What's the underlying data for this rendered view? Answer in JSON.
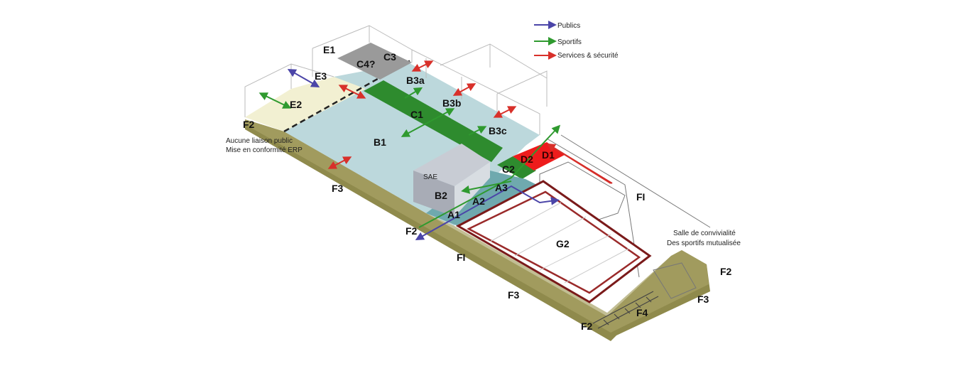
{
  "colors": {
    "publics": "#4b45a8",
    "sportifs": "#2f9a2f",
    "services": "#d8302a",
    "ground": "#8f8a4c",
    "floor": "#bcd8dc",
    "corridor": "#2e8b2e",
    "service_zone": "#ee1c1c",
    "court_frame": "#7a1a1a"
  },
  "legend": [
    {
      "label": "Publics",
      "color": "#4b45a8"
    },
    {
      "label": "Sportifs",
      "color": "#2f9a2f"
    },
    {
      "label": "Services & sécurité",
      "color": "#d8302a"
    }
  ],
  "zones": {
    "E1": "E1",
    "E2": "E2",
    "E3": "E3",
    "C4": "C4?",
    "C3": "C3",
    "C1": "C1",
    "C2": "C2",
    "B1": "B1",
    "B2": "B2",
    "B3a": "B3a",
    "B3b": "B3b",
    "B3c": "B3c",
    "SAE": "SAE",
    "D1": "D1",
    "D2": "D2",
    "A1": "A1",
    "A2": "A2",
    "A3": "A3",
    "G2": "G2",
    "F2_left": "F2",
    "F2_access": "F2",
    "F2_bottom": "F2",
    "F2_right": "F2",
    "F3_left": "F3",
    "F3_mid": "F3",
    "F3_right": "F3",
    "F4": "F4",
    "FI_mid": "FI",
    "FI_right": "FI"
  },
  "notes": {
    "left_line1": "Aucune liaison public",
    "left_line2": "Mise en conformité ERP",
    "right_line1": "Salle de convivialité",
    "right_line2": "Des sportifs mutualisée"
  }
}
